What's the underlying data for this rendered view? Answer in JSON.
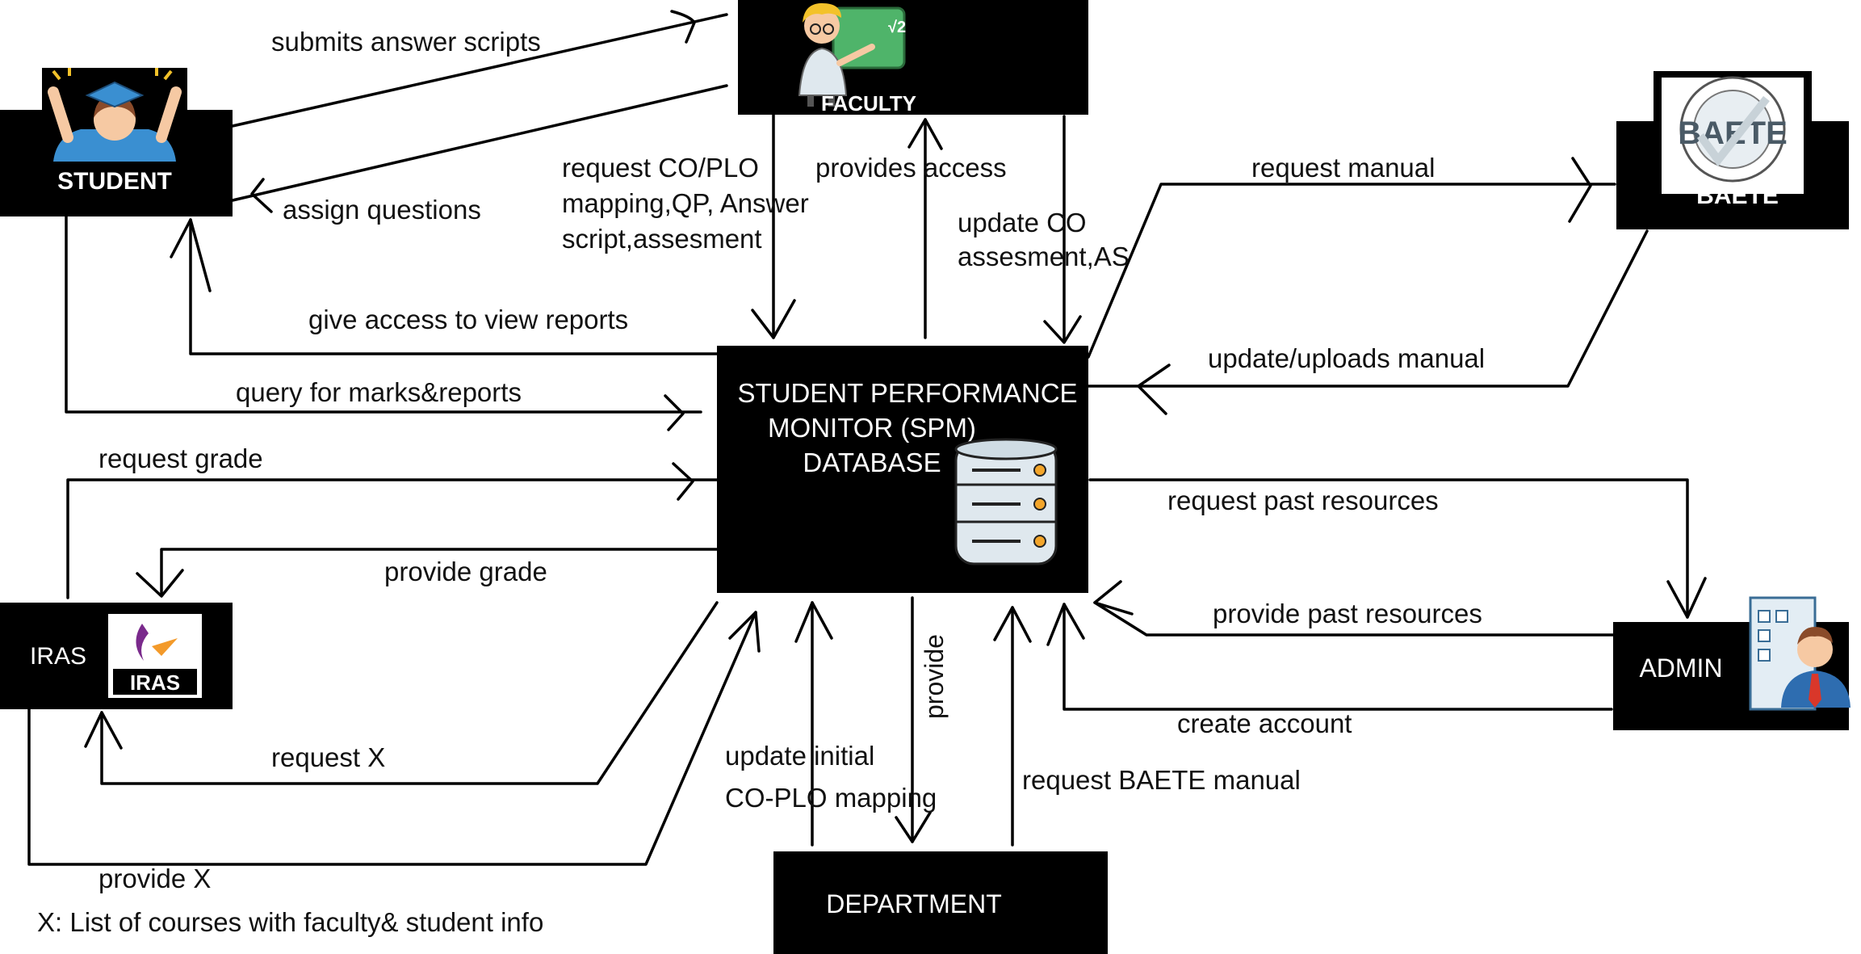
{
  "entities": {
    "student": "STUDENT",
    "faculty": "FACULTY",
    "baete": "BAETE",
    "iras_left": "IRAS",
    "iras_logo": "IRAS",
    "admin": "ADMIN",
    "department": "DEPARTMENT",
    "spm_line1": "STUDENT PERFORMANCE",
    "spm_line2": "MONITOR (SPM)",
    "spm_line3": "DATABASE"
  },
  "flows": {
    "submits": "submits answer scripts",
    "assign": "assign questions",
    "request_co1": "request CO/PLO",
    "request_co2": "mapping,QP, Answer",
    "request_co3": "script,assesment",
    "provides_access": "provides access",
    "update_co1": "update CO",
    "update_co2": "assesment,AS",
    "request_manual": "request manual",
    "update_uploads": "update/uploads manual",
    "give_access": "give access to view reports",
    "query_marks": "query for marks&reports",
    "request_grade": "request grade",
    "provide_grade": "provide grade",
    "request_past": "request past resources",
    "provide_past": "provide past resources",
    "create_account": "create account",
    "request_x": "request X",
    "provide_x": "provide X",
    "update_initial1": "update initial",
    "update_initial2": "CO-PLO mapping",
    "provide_vert": "provide",
    "request_baete_manual": "request BAETE manual"
  },
  "note": "X: List of courses with faculty& student info",
  "colors": {
    "box": "#000000",
    "line": "#000000",
    "text": "#111111",
    "box_text": "#ffffff"
  },
  "icons": [
    "graduate-student-icon",
    "teacher-icon",
    "baete-seal-icon",
    "iras-logo-icon",
    "database-icon",
    "businessman-icon"
  ]
}
